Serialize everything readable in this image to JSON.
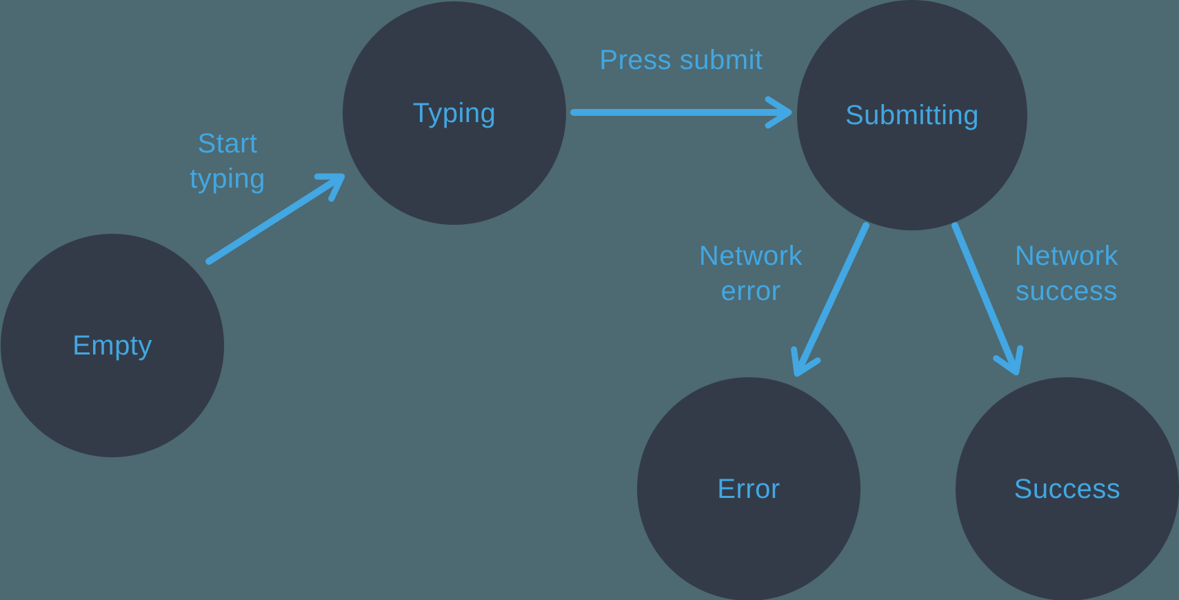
{
  "diagram": {
    "type": "state-machine",
    "nodes": [
      {
        "id": "empty",
        "label": "Empty"
      },
      {
        "id": "typing",
        "label": "Typing"
      },
      {
        "id": "submitting",
        "label": "Submitting"
      },
      {
        "id": "error",
        "label": "Error"
      },
      {
        "id": "success",
        "label": "Success"
      }
    ],
    "edges": [
      {
        "from": "empty",
        "to": "typing",
        "label": "Start\ntyping"
      },
      {
        "from": "typing",
        "to": "submitting",
        "label": "Press submit"
      },
      {
        "from": "submitting",
        "to": "error",
        "label": "Network\nerror"
      },
      {
        "from": "submitting",
        "to": "success",
        "label": "Network\nsuccess"
      }
    ]
  },
  "colors": {
    "background": "#4d6971",
    "node_fill": "#333b48",
    "accent": "#42a7e2"
  }
}
